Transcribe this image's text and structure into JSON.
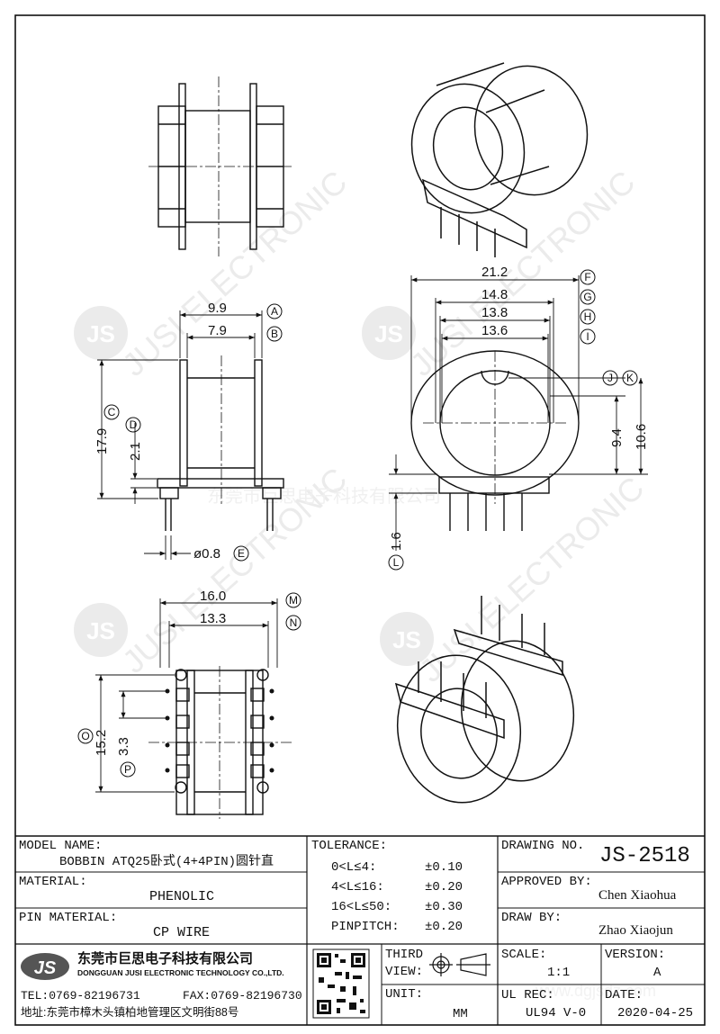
{
  "drawing": {
    "dimensions": {
      "d_9_9": "9.9",
      "d_7_9": "7.9",
      "d_17_9": "17.9",
      "d_2_1": "2.1",
      "d_pin": "ø0.8",
      "d_1_6": "1.6",
      "d_16_0": "16.0",
      "d_13_3": "13.3",
      "d_15_2": "15.2",
      "d_3_3": "3.3",
      "d_21_2": "21.2",
      "d_14_8": "14.8",
      "d_13_8": "13.8",
      "d_13_6": "13.6",
      "d_9_4": "9.4",
      "d_10_6": "10.6"
    },
    "markers": {
      "A": "A",
      "B": "B",
      "C": "C",
      "D": "D",
      "E": "E",
      "F": "F",
      "G": "G",
      "H": "H",
      "I": "I",
      "J": "J",
      "K": "K",
      "L": "L",
      "M": "M",
      "N": "N",
      "O": "O",
      "P": "P"
    },
    "watermarks": {
      "company_cn": "东莞市巨思电子科技有限公司",
      "logo": "JS",
      "electronic": "JUSI ELECTRONIC",
      "web": "www.dgjsdz.com"
    }
  },
  "title_block": {
    "model_label": "MODEL NAME:",
    "model_value": "BOBBIN ATQ25卧式(4+4PIN)圆针直",
    "material_label": "MATERIAL:",
    "material_value": "PHENOLIC",
    "pin_material_label": "PIN MATERIAL:",
    "pin_material_value": "CP WIRE",
    "tolerance_label": "TOLERANCE:",
    "tolerances": [
      {
        "range": "0<L≤4:",
        "value": "±0.10"
      },
      {
        "range": "4<L≤16:",
        "value": "±0.20"
      },
      {
        "range": "16<L≤50:",
        "value": "±0.30"
      },
      {
        "range": "PINPITCH:",
        "value": "±0.20"
      }
    ],
    "drawing_no_label": "DRAWING NO.",
    "drawing_no": "JS-2518",
    "approved_label": "APPROVED BY:",
    "approved_by": "Chen Xiaohua",
    "draw_label": "DRAW BY:",
    "draw_by": "Zhao Xiaojun",
    "company_logo": "JS",
    "company_cn": "东莞市巨思电子科技有限公司",
    "company_en": "DONGGUAN JUSI ELECTRONIC TECHNOLOGY CO.,LTD.",
    "tel": "TEL:0769-82196731",
    "fax": "FAX:0769-82196730",
    "address": "地址:东莞市樟木头镇柏地管理区文明街88号",
    "third_view_label_1": "THIRD",
    "third_view_label_2": "VIEW:",
    "unit_label": "UNIT:",
    "unit_value": "MM",
    "scale_label": "SCALE:",
    "scale_value": "1:1",
    "version_label": "VERSION:",
    "version_value": "A",
    "ul_label": "UL REC:",
    "ul_value": "UL94 V-0",
    "date_label": "DATE:",
    "date_value": "2020-04-25"
  }
}
